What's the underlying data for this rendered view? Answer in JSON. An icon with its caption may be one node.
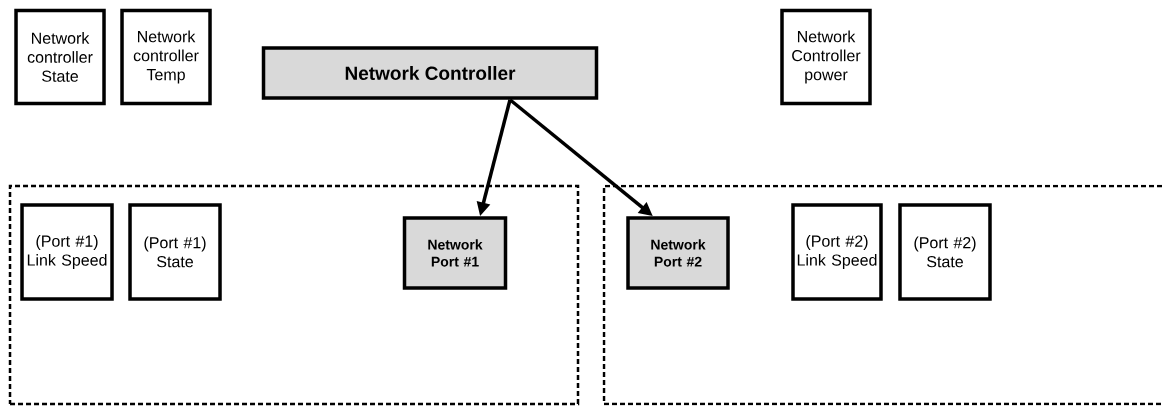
{
  "diagram": {
    "nodes": [
      {
        "text": [
          "Network controller State"
        ]
      },
      {
        "text": [
          "Network controller Temp"
        ]
      },
      {
        "text": [
          "Network Controller"
        ]
      },
      {
        "text": [
          "Network Controller power"
        ]
      },
      {
        "text": [],
        "shape": "box"
      },
      {
        "text": [
          "(Port #1) Link Speed"
        ],
        "in": 4
      },
      {
        "text": [
          "(Port #1) State"
        ],
        "in": 4
      },
      {
        "text": [
          "Network Port #1"
        ],
        "in": 4
      },
      {
        "text": [],
        "shape": "box"
      },
      {
        "text": [
          "Network Port #2"
        ],
        "in": 8
      },
      {
        "text": [
          "(Port #2) Link Speed"
        ],
        "in": 8
      },
      {
        "text": [
          "(Port #2) State"
        ],
        "in": 8
      }
    ],
    "edges": [
      {
        "from": 2,
        "to": 7,
        "arrow": "to"
      },
      {
        "from": 2,
        "to": 9,
        "arrow": "to"
      }
    ]
  }
}
